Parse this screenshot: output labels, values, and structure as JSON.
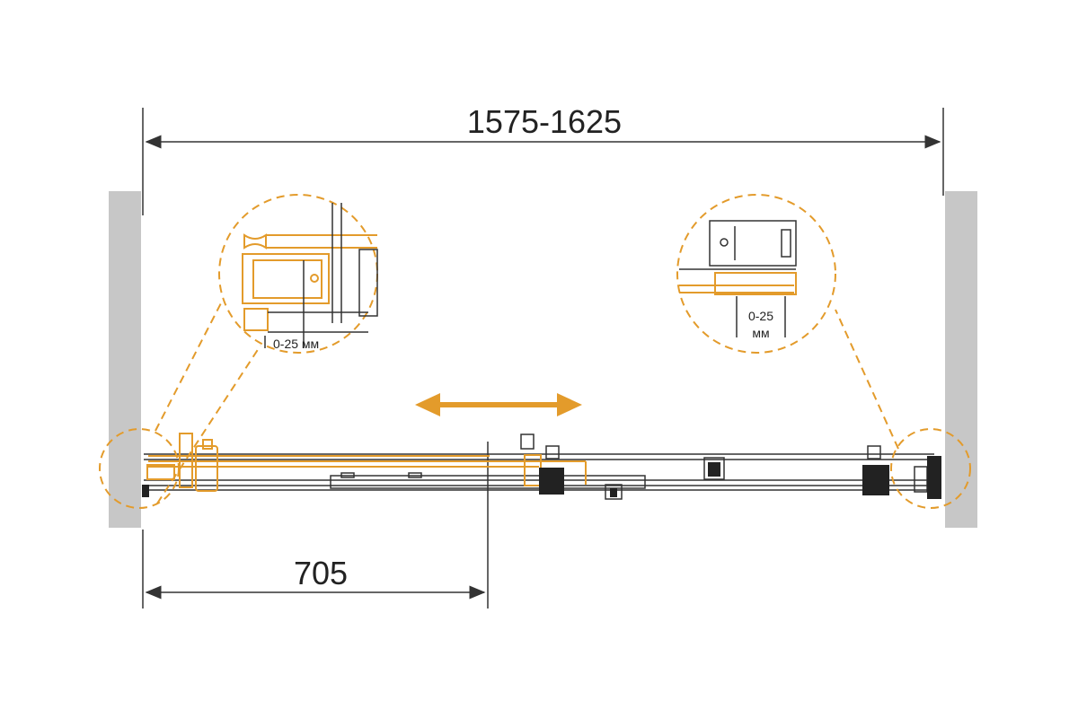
{
  "dimensions": {
    "total_width": "1575-1625",
    "door_opening": "705"
  },
  "detail_left": {
    "adjustment_label": "0-25 мм"
  },
  "detail_right": {
    "adjustment_value": "0-25",
    "adjustment_unit": "мм"
  },
  "colors": {
    "accent": "#E39B2B",
    "line": "#333333",
    "wall": "#C7C7C7"
  },
  "icons": {
    "slide_direction": "double-arrow-icon"
  }
}
